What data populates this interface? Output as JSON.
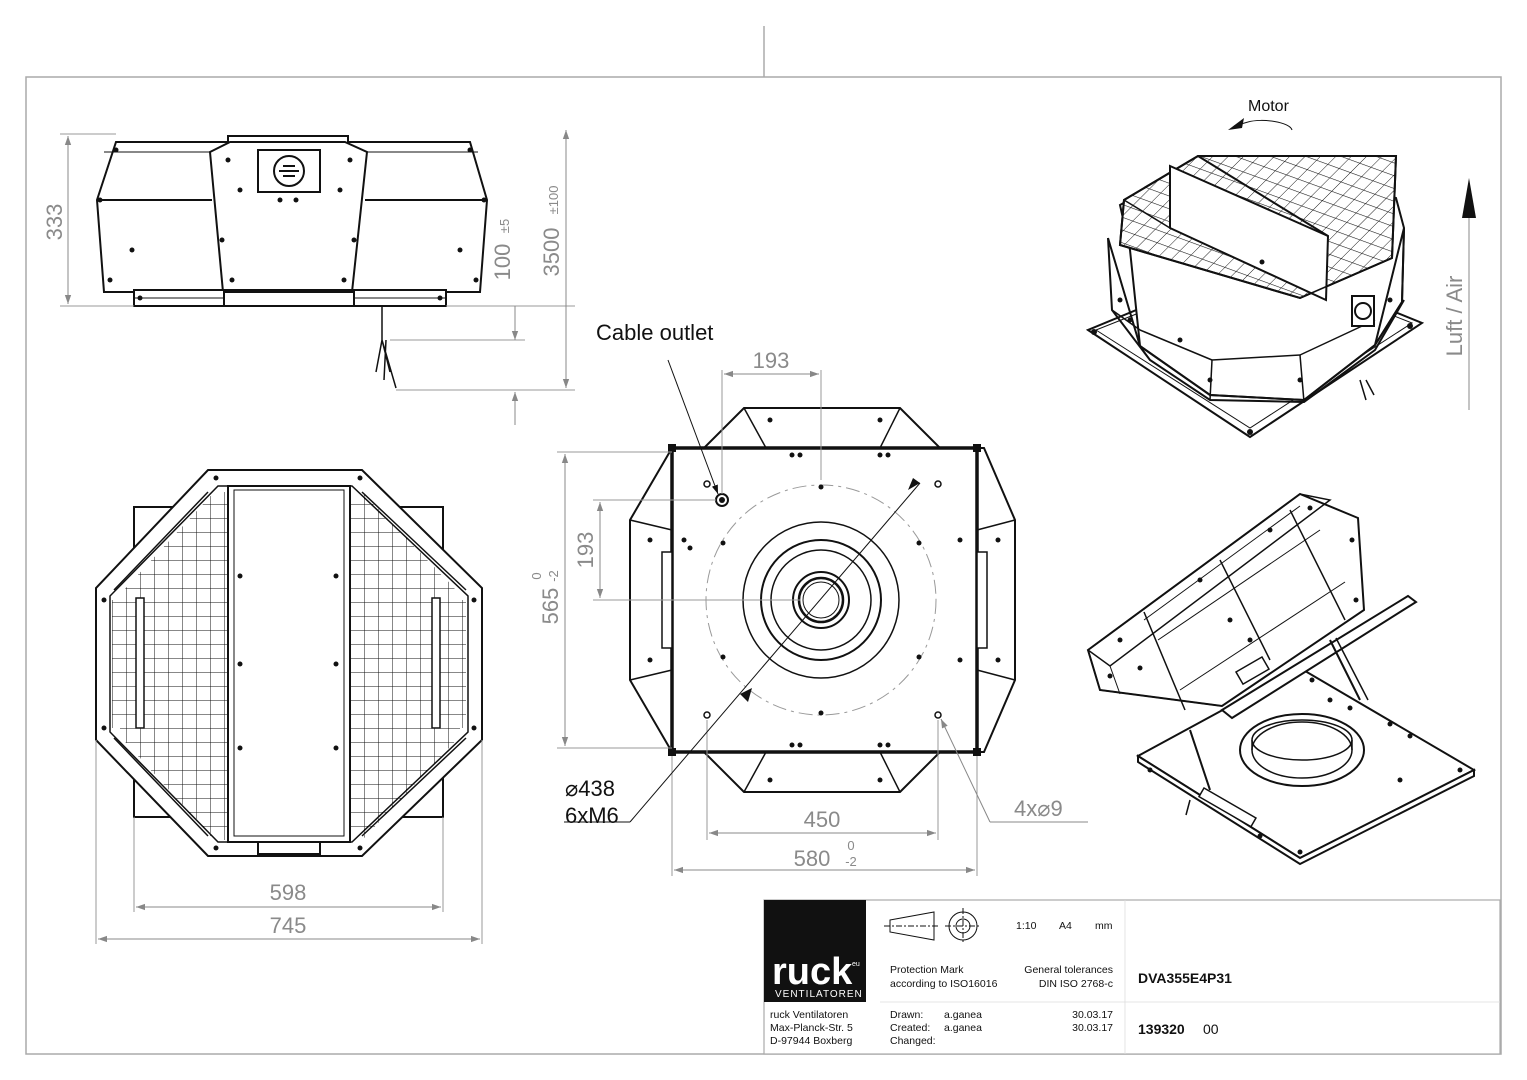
{
  "drawing": {
    "dimensions": {
      "side_height": "333",
      "pipe_len": "100",
      "pipe_tol": "±5",
      "cable_len": "3500",
      "cable_tol": "±100",
      "top_width_inner": "598",
      "top_width_outer": "745",
      "cable_outlet_x": "193",
      "cable_outlet_y": "193",
      "base_height": "565",
      "base_height_tol_upper": "0",
      "base_height_tol_lower": "-2",
      "bolt_circle": "⌀438",
      "bolt_thread": "6xM6",
      "hole_spacing": "450",
      "base_width": "580",
      "base_width_tol_upper": "0",
      "base_width_tol_lower": "-2",
      "holes": "4x⌀9"
    },
    "labels": {
      "cable_outlet": "Cable outlet",
      "motor": "Motor",
      "airflow": "Luft / Air"
    }
  },
  "title_block": {
    "company": {
      "logo": "ruck",
      "logo_sup": "eu",
      "logo_sub": "VENTILATOREN",
      "address_1": "ruck Ventilatoren",
      "address_2": "Max-Planck-Str. 5",
      "address_3": "D-97944 Boxberg"
    },
    "scale": "1:10",
    "format": "A4",
    "units": "mm",
    "protection_1": "Protection Mark",
    "protection_2": "according to ISO16016",
    "tolerance_1": "General tolerances",
    "tolerance_2": "DIN ISO 2768-c",
    "model": "DVA355E4P31",
    "drawn_label": "Drawn:",
    "drawn_by": "a.ganea",
    "drawn_date": "30.03.17",
    "created_label": "Created:",
    "created_by": "a.ganea",
    "created_date": "30.03.17",
    "changed_label": "Changed:",
    "article_number": "139320",
    "revision": "00"
  }
}
